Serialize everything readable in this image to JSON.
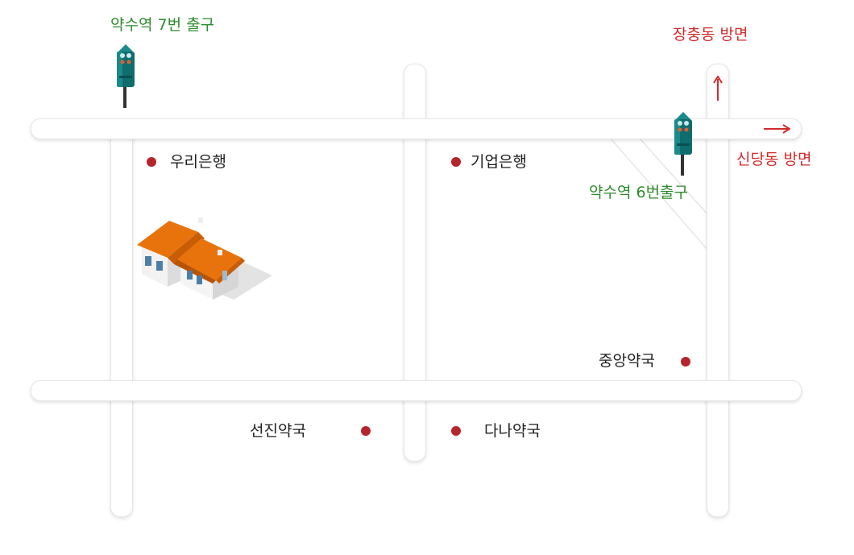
{
  "exits": {
    "exit7": "약수역 7번 출구",
    "exit6": "약수역 6번출구"
  },
  "directions": {
    "north": "장충동 방면",
    "east": "신당동 방면"
  },
  "places": {
    "woori_bank": "우리은행",
    "ibk_bank": "기업은행",
    "jungang_pharmacy": "중앙약국",
    "seonjin_pharmacy": "선진약국",
    "dana_pharmacy": "다나약국"
  },
  "colors": {
    "exit_label": "#2e8b2e",
    "direction_label": "#d42a2a",
    "place_marker": "#b3262c",
    "roof": "#e8730c"
  },
  "icons": [
    "subway-exit-sign-icon",
    "house-icon",
    "arrow-up-icon",
    "arrow-right-icon"
  ]
}
